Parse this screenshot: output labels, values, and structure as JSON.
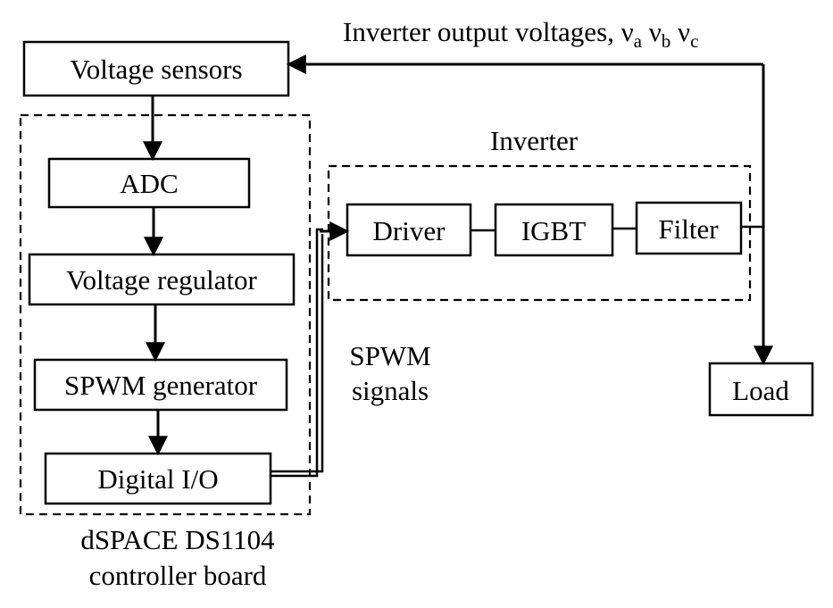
{
  "diagram": {
    "top_label": {
      "prefix": "Inverter output voltages, ",
      "v1": "ν",
      "s1": "a",
      "v2": "ν",
      "s2": "b",
      "v3": "ν",
      "s3": "c"
    },
    "blocks": {
      "voltage_sensors": "Voltage sensors",
      "adc": "ADC",
      "voltage_regulator": "Voltage regulator",
      "spwm_generator": "SPWM generator",
      "digital_io": "Digital I/O",
      "driver": "Driver",
      "igbt": "IGBT",
      "filter": "Filter",
      "load": "Load"
    },
    "groups": {
      "inverter_label": "Inverter",
      "controller_label_line1": "dSPACE DS1104",
      "controller_label_line2": "controller board"
    },
    "signal_label": {
      "line1": "SPWM",
      "line2": "signals"
    },
    "colors": {
      "stroke": "#000000",
      "background": "#ffffff"
    }
  }
}
